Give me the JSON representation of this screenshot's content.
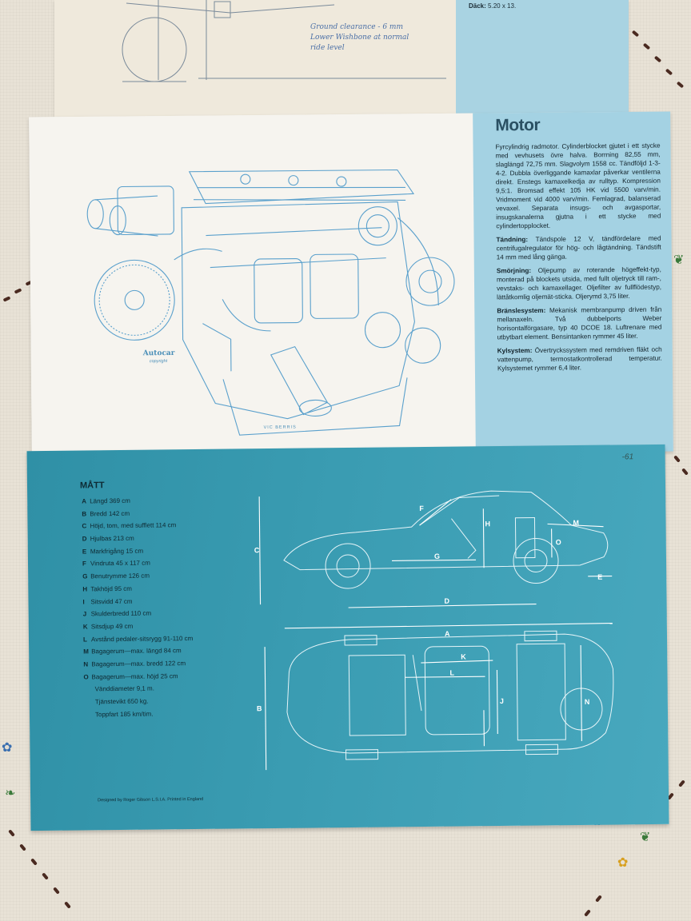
{
  "top_sheet": {
    "tyres_label": "Däck:",
    "tyres_value": "5.20 x 13.",
    "handwritten_note_1": "Ground clearance - 6 mm",
    "handwritten_note_2": "Lower Wishbone at normal",
    "handwritten_note_3": "ride level"
  },
  "motor": {
    "title": "Motor",
    "intro": "Fyrcylindrig radmotor. Cylinderblocket gjutet i ett stycke med vevhusets övre halva. Borrning 82,55 mm, slaglängd 72,75 mm. Slagvolym 1558 cc. Tändföljd 1-3-4-2. Dubbla överliggande kamaxlar påverkar ventilerna direkt. Enstegs kamaxelkedja av rulltyp. Kompression 9,5:1. Bromsad effekt 105 HK vid 5500 varv/min. Vridmoment vid 4000 varv/min. Femlagrad, balanserad vevaxel. Separata insugs- och avgasportar, insugskanalerna gjutna i ett stycke med cylindertopplocket.",
    "sections": [
      {
        "label": "Tändning:",
        "text": "Tändspole 12 V, tändfördelare med centrifugalregulator för hög- och lågtändning. Tändstift 14 mm med lång gänga."
      },
      {
        "label": "Smörjning:",
        "text": "Oljepump av roterande högeffekt-typ, monterad på blockets utsida, med fullt oljetryck till ram-, vevstaks- och kamaxellager. Oljefilter av fullflödestyp, lättåtkomlig oljemät-sticka. Oljerymd 3,75 liter."
      },
      {
        "label": "Bränslesystem:",
        "text": "Mekanisk membranpump driven från mellanaxeln. Två dubbelports Weber horisontalförgasare, typ 40 DCOE 18. Luftrenare med utbytbart element. Bensintanken rymmer 45 liter."
      },
      {
        "label": "Kylsystem:",
        "text": "Övertryckssystem med remdriven fläkt och vattenpump, termostatkontrollerad temperatur. Kylsystemet rymmer 6,4 liter."
      }
    ],
    "illustration_brand": "Autocar",
    "illustration_copyright": "copyright",
    "illustration_artist": "VIC BERRIS"
  },
  "matt": {
    "title": "MÅTT",
    "dimensions": [
      {
        "key": "A",
        "text": "Längd 369 cm"
      },
      {
        "key": "B",
        "text": "Bredd 142 cm"
      },
      {
        "key": "C",
        "text": "Höjd, tom, med sufflett 114 cm"
      },
      {
        "key": "D",
        "text": "Hjulbas 213 cm"
      },
      {
        "key": "E",
        "text": "Markfrigång 15 cm"
      },
      {
        "key": "F",
        "text": "Vindruta 45 x 117 cm"
      },
      {
        "key": "G",
        "text": "Benutrymme 126 cm"
      },
      {
        "key": "H",
        "text": "Takhöjd 95 cm"
      },
      {
        "key": "I",
        "text": "Sitsvidd 47 cm"
      },
      {
        "key": "J",
        "text": "Skulderbredd 110 cm"
      },
      {
        "key": "K",
        "text": "Sitsdjup 49 cm"
      },
      {
        "key": "L",
        "text": "Avstånd pedaler-sitsrygg 91-110 cm"
      },
      {
        "key": "M",
        "text": "Bagagerum—max. längd 84 cm"
      },
      {
        "key": "N",
        "text": "Bagagerum—max. bredd 122 cm"
      },
      {
        "key": "O",
        "text": "Bagagerum—max. höjd 25 cm"
      },
      {
        "key": "",
        "text": "Vänddiameter 9,1 m."
      },
      {
        "key": "",
        "text": "Tjänstevikt 650 kg."
      },
      {
        "key": "",
        "text": "Toppfart 185 km/tim."
      }
    ],
    "credit": "Designed by Roger Gibson L.S.I.A. Printed in England",
    "pencil_mark": "-61",
    "diagram_letters": [
      "A",
      "B",
      "C",
      "D",
      "E",
      "F",
      "G",
      "H",
      "J",
      "K",
      "L",
      "M",
      "N",
      "O"
    ]
  },
  "colors": {
    "blueprint": "#3a9cb2",
    "panel_blue": "#a4d2e3",
    "ink_blue": "#4b8fb8",
    "paper": "#f4f2ec"
  }
}
